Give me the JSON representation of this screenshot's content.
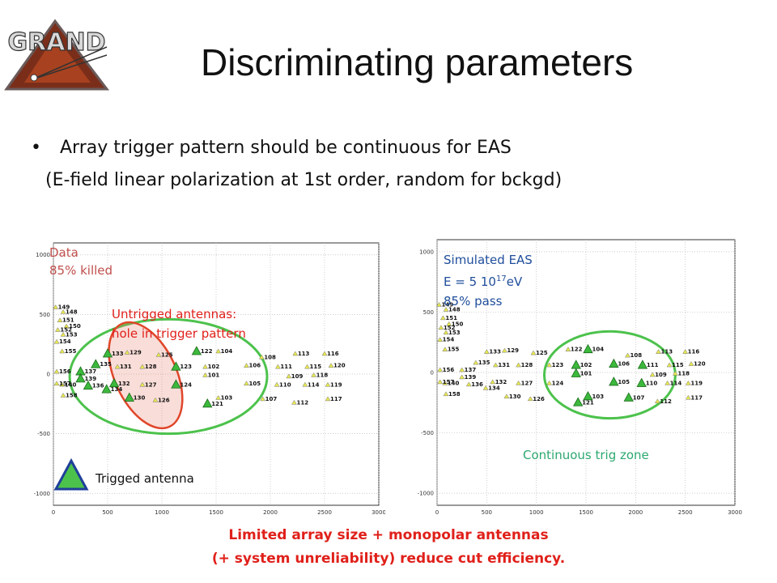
{
  "logo": {
    "text": "GRAND"
  },
  "slide": {
    "title": "Discriminating parameters",
    "bullet": "Array trigger pattern should be continuous for EAS",
    "subline": "(E-field linear polarization at 1st order, random for bckgd)"
  },
  "left_plot": {
    "label_line1": "Data",
    "label_line2": "85% killed",
    "annotation_line1": "Untrigged antennas:",
    "annotation_line2": "hole in trigger pattern",
    "legend_text": "Trigged antenna"
  },
  "right_plot": {
    "label_line1": "Simulated EAS",
    "label_line2_prefix": "E = 5 10",
    "label_line2_exp": "17",
    "label_line2_suffix": "eV",
    "label_line3": "85% pass",
    "zone_label": "Continuous trig zone"
  },
  "footer": {
    "line1": "Limited array size + monopolar antennas",
    "line2": "(+ system unreliability) reduce cut efficiency."
  },
  "colors": {
    "data_label": "#c0504d",
    "annotation": "#e0201a",
    "sim_label": "#1f4e9b",
    "zone_label": "#2ca870",
    "green_ellipse": "#4cc24c",
    "red_ellipse": "#e0462a",
    "trig_marker": "#3cb93c",
    "untrig_marker": "#e8e850"
  },
  "chart_data": [
    {
      "type": "scatter",
      "title": "",
      "xlim": [
        0,
        3000
      ],
      "ylim": [
        -1100,
        1100
      ],
      "xticks": [
        "0",
        "500",
        "1000",
        "1500",
        "2000",
        "2500",
        "3000"
      ],
      "yticks": [
        "1000",
        "500",
        "0",
        "-500",
        "-1000"
      ],
      "grid": true,
      "series": [
        {
          "marker": "small-yellow-triangle",
          "points": [
            {
              "id": "148",
              "x": 90,
              "y": 520
            },
            {
              "id": "149",
              "x": 20,
              "y": 560
            },
            {
              "id": "150",
              "x": 120,
              "y": 400
            },
            {
              "id": "151",
              "x": 60,
              "y": 450
            },
            {
              "id": "152",
              "x": 40,
              "y": 370
            },
            {
              "id": "153",
              "x": 90,
              "y": 330
            },
            {
              "id": "154",
              "x": 30,
              "y": 270
            },
            {
              "id": "155",
              "x": 80,
              "y": 190
            },
            {
              "id": "156",
              "x": 30,
              "y": 20
            },
            {
              "id": "140",
              "x": 80,
              "y": -90
            },
            {
              "id": "157",
              "x": 30,
              "y": -80
            },
            {
              "id": "158",
              "x": 90,
              "y": -180
            },
            {
              "id": "129",
              "x": 680,
              "y": 180
            },
            {
              "id": "125",
              "x": 970,
              "y": 160
            },
            {
              "id": "131",
              "x": 590,
              "y": 60
            },
            {
              "id": "128",
              "x": 820,
              "y": 60
            },
            {
              "id": "127",
              "x": 820,
              "y": -90
            },
            {
              "id": "126",
              "x": 940,
              "y": -220
            },
            {
              "id": "104",
              "x": 1520,
              "y": 190
            },
            {
              "id": "102",
              "x": 1400,
              "y": 60
            },
            {
              "id": "101",
              "x": 1400,
              "y": -10
            },
            {
              "id": "103",
              "x": 1520,
              "y": -200
            },
            {
              "id": "106",
              "x": 1780,
              "y": 70
            },
            {
              "id": "105",
              "x": 1780,
              "y": -80
            },
            {
              "id": "107",
              "x": 1930,
              "y": -210
            },
            {
              "id": "108",
              "x": 1920,
              "y": 140
            },
            {
              "id": "111",
              "x": 2070,
              "y": 60
            },
            {
              "id": "110",
              "x": 2060,
              "y": -90
            },
            {
              "id": "109",
              "x": 2170,
              "y": -20
            },
            {
              "id": "112",
              "x": 2220,
              "y": -240
            },
            {
              "id": "113",
              "x": 2230,
              "y": 170
            },
            {
              "id": "115",
              "x": 2340,
              "y": 60
            },
            {
              "id": "114",
              "x": 2320,
              "y": -90
            },
            {
              "id": "118",
              "x": 2400,
              "y": -10
            },
            {
              "id": "116",
              "x": 2500,
              "y": 170
            },
            {
              "id": "120",
              "x": 2560,
              "y": 70
            },
            {
              "id": "119",
              "x": 2530,
              "y": -90
            },
            {
              "id": "117",
              "x": 2530,
              "y": -210
            }
          ]
        },
        {
          "marker": "large-green-triangle",
          "points": [
            {
              "id": "133",
              "x": 500,
              "y": 170
            },
            {
              "id": "135",
              "x": 390,
              "y": 80
            },
            {
              "id": "137",
              "x": 250,
              "y": 20
            },
            {
              "id": "139",
              "x": 250,
              "y": -40
            },
            {
              "id": "136",
              "x": 320,
              "y": -100
            },
            {
              "id": "134",
              "x": 490,
              "y": -130
            },
            {
              "id": "132",
              "x": 560,
              "y": -80
            },
            {
              "id": "130",
              "x": 700,
              "y": -200
            },
            {
              "id": "123",
              "x": 1130,
              "y": 60
            },
            {
              "id": "124",
              "x": 1130,
              "y": -90
            },
            {
              "id": "122",
              "x": 1320,
              "y": 190
            },
            {
              "id": "121",
              "x": 1420,
              "y": -250
            }
          ]
        }
      ]
    },
    {
      "type": "scatter",
      "title": "",
      "xlim": [
        0,
        3000
      ],
      "ylim": [
        -1100,
        1100
      ],
      "xticks": [
        "0",
        "500",
        "1000",
        "1500",
        "2000",
        "2500",
        "3000"
      ],
      "yticks": [
        "1000",
        "500",
        "0",
        "-500",
        "-1000"
      ],
      "grid": true,
      "series": [
        {
          "marker": "small-yellow-triangle",
          "points": [
            {
              "id": "148",
              "x": 90,
              "y": 520
            },
            {
              "id": "149",
              "x": 20,
              "y": 560
            },
            {
              "id": "150",
              "x": 120,
              "y": 400
            },
            {
              "id": "151",
              "x": 60,
              "y": 450
            },
            {
              "id": "152",
              "x": 40,
              "y": 370
            },
            {
              "id": "153",
              "x": 90,
              "y": 330
            },
            {
              "id": "154",
              "x": 30,
              "y": 270
            },
            {
              "id": "155",
              "x": 80,
              "y": 190
            },
            {
              "id": "156",
              "x": 30,
              "y": 20
            },
            {
              "id": "140",
              "x": 80,
              "y": -90
            },
            {
              "id": "157",
              "x": 30,
              "y": -80
            },
            {
              "id": "158",
              "x": 90,
              "y": -180
            },
            {
              "id": "137",
              "x": 250,
              "y": 20
            },
            {
              "id": "135",
              "x": 390,
              "y": 80
            },
            {
              "id": "133",
              "x": 500,
              "y": 170
            },
            {
              "id": "139",
              "x": 250,
              "y": -40
            },
            {
              "id": "136",
              "x": 320,
              "y": -100
            },
            {
              "id": "134",
              "x": 490,
              "y": -130
            },
            {
              "id": "131",
              "x": 590,
              "y": 60
            },
            {
              "id": "132",
              "x": 560,
              "y": -80
            },
            {
              "id": "129",
              "x": 680,
              "y": 180
            },
            {
              "id": "128",
              "x": 820,
              "y": 60
            },
            {
              "id": "127",
              "x": 820,
              "y": -90
            },
            {
              "id": "130",
              "x": 700,
              "y": -200
            },
            {
              "id": "125",
              "x": 970,
              "y": 160
            },
            {
              "id": "126",
              "x": 940,
              "y": -220
            },
            {
              "id": "123",
              "x": 1130,
              "y": 60
            },
            {
              "id": "124",
              "x": 1130,
              "y": -90
            },
            {
              "id": "122",
              "x": 1320,
              "y": 190
            },
            {
              "id": "108",
              "x": 1920,
              "y": 140
            },
            {
              "id": "113",
              "x": 2230,
              "y": 170
            },
            {
              "id": "115",
              "x": 2340,
              "y": 60
            },
            {
              "id": "114",
              "x": 2320,
              "y": -90
            },
            {
              "id": "118",
              "x": 2400,
              "y": -10
            },
            {
              "id": "116",
              "x": 2500,
              "y": 170
            },
            {
              "id": "120",
              "x": 2560,
              "y": 70
            },
            {
              "id": "119",
              "x": 2530,
              "y": -90
            },
            {
              "id": "117",
              "x": 2530,
              "y": -210
            },
            {
              "id": "112",
              "x": 2220,
              "y": -240
            },
            {
              "id": "109",
              "x": 2170,
              "y": -20
            }
          ]
        },
        {
          "marker": "large-green-triangle",
          "points": [
            {
              "id": "104",
              "x": 1520,
              "y": 190
            },
            {
              "id": "102",
              "x": 1400,
              "y": 60
            },
            {
              "id": "101",
              "x": 1400,
              "y": -10
            },
            {
              "id": "106",
              "x": 1780,
              "y": 70
            },
            {
              "id": "105",
              "x": 1780,
              "y": -80
            },
            {
              "id": "111",
              "x": 2070,
              "y": 60
            },
            {
              "id": "110",
              "x": 2060,
              "y": -90
            },
            {
              "id": "103",
              "x": 1520,
              "y": -200
            },
            {
              "id": "107",
              "x": 1930,
              "y": -210
            },
            {
              "id": "121",
              "x": 1420,
              "y": -250
            }
          ]
        }
      ]
    }
  ]
}
